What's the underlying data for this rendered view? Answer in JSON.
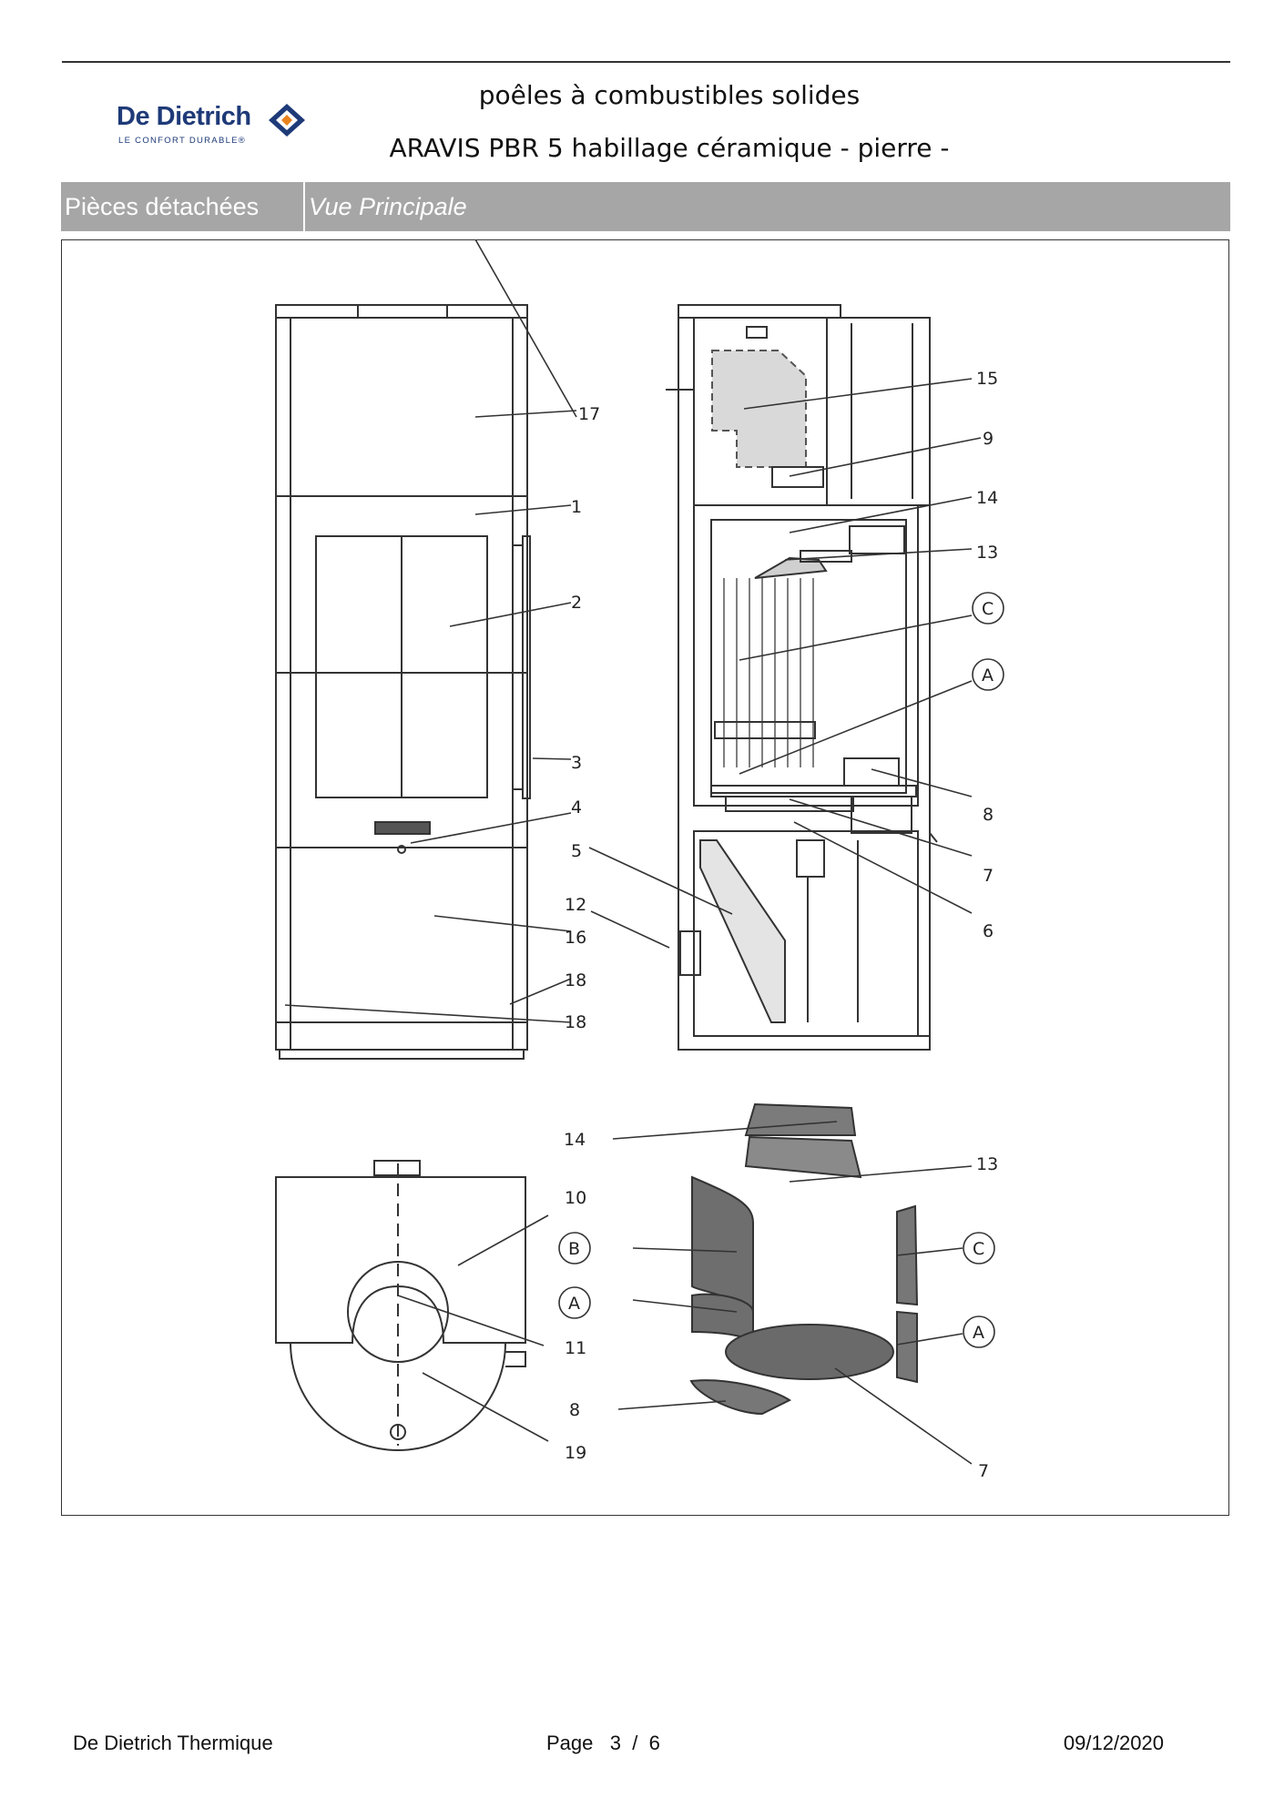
{
  "header": {
    "brand": "De Dietrich",
    "brand_tagline": "LE CONFORT DURABLE®",
    "title_line1": "poêles à combustibles solides",
    "title_line2": "ARAVIS PBR 5 habillage céramique - pierre -"
  },
  "section_bar": {
    "left": "Pièces détachées",
    "right": "Vue Principale"
  },
  "callouts": {
    "c17": "17",
    "c1": "1",
    "c2": "2",
    "c3": "3",
    "c4": "4",
    "c5": "5",
    "c12": "12",
    "c16": "16",
    "c18a": "18",
    "c18b": "18",
    "c15": "15",
    "c9": "9",
    "c14": "14",
    "c13": "13",
    "cC": "C",
    "cA": "A",
    "c8": "8",
    "c7": "7",
    "c6": "6",
    "c10": "10",
    "c11": "11",
    "c19": "19",
    "p14": "14",
    "p13": "13",
    "pB": "B",
    "pA": "A",
    "pC": "C",
    "pA2": "A",
    "p8": "8",
    "p7": "7"
  },
  "colors": {
    "brand_blue": "#1e3a78",
    "brand_orange": "#e8821e",
    "bar_gray": "#a6a6a6",
    "part_gray": "#7b7b7b",
    "panel_gray": "#d9d9d9"
  },
  "footer": {
    "company": "De Dietrich Thermique",
    "page_label": "Page",
    "page_current": "3",
    "page_sep": "/",
    "page_total": "6",
    "date": "09/12/2020"
  }
}
